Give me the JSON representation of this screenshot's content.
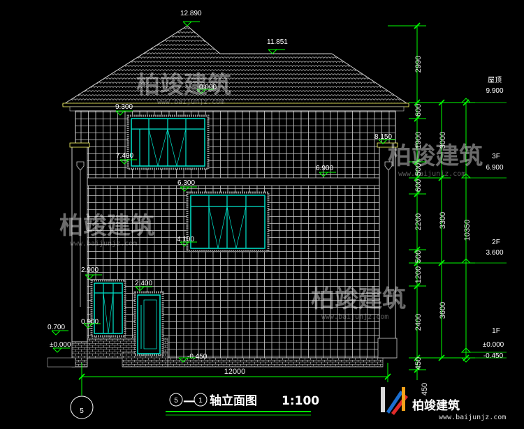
{
  "title": {
    "left_axis": "5",
    "right_axis": "1",
    "dash": "—",
    "suffix": "轴立面图",
    "scale": "1:100"
  },
  "axis_bubble": "5",
  "elevations": {
    "ridge": "12.890",
    "ridge2": "11.851",
    "eave": "9.300",
    "eave_roof": "0.000",
    "win3_bottom": "7.400",
    "right_post": "8.150",
    "floor3": "6.900",
    "win2_top": "6.300",
    "win2_bottom": "4.100",
    "win1_top": "2.900",
    "door_top": "2.400",
    "win1_bottom": "0.900",
    "plinth": "0.700",
    "ground": "±0.000",
    "base": "-0.450"
  },
  "floor_labels": {
    "roof": "屋顶",
    "roof_el": "9.900",
    "f3": "3F",
    "f3_el": "6.900",
    "f2": "2F",
    "f2_el": "3.600",
    "f1": "1F",
    "f1_el": "±0.000",
    "f1_base": "-0.450"
  },
  "dims_right": [
    "2990",
    "600",
    "1900",
    "500",
    "600",
    "2200",
    "500",
    "1200",
    "2400",
    "450"
  ],
  "dims_mid": [
    "3000",
    "3300",
    "3600"
  ],
  "dim_total": "10350",
  "dim_width": "12000",
  "dim_450": "450",
  "watermark": {
    "text": "柏竣建筑",
    "url": "www.baijunjz.com"
  },
  "logo": {
    "text": "柏竣建筑",
    "url": "www.baijunjz.com"
  },
  "colors": {
    "bg": "#000000",
    "wall": "#d8d8d8",
    "dim": "#00ff00",
    "window": "#00e5cc",
    "trim": "#ffff66",
    "frame": "#c0c0c0"
  }
}
